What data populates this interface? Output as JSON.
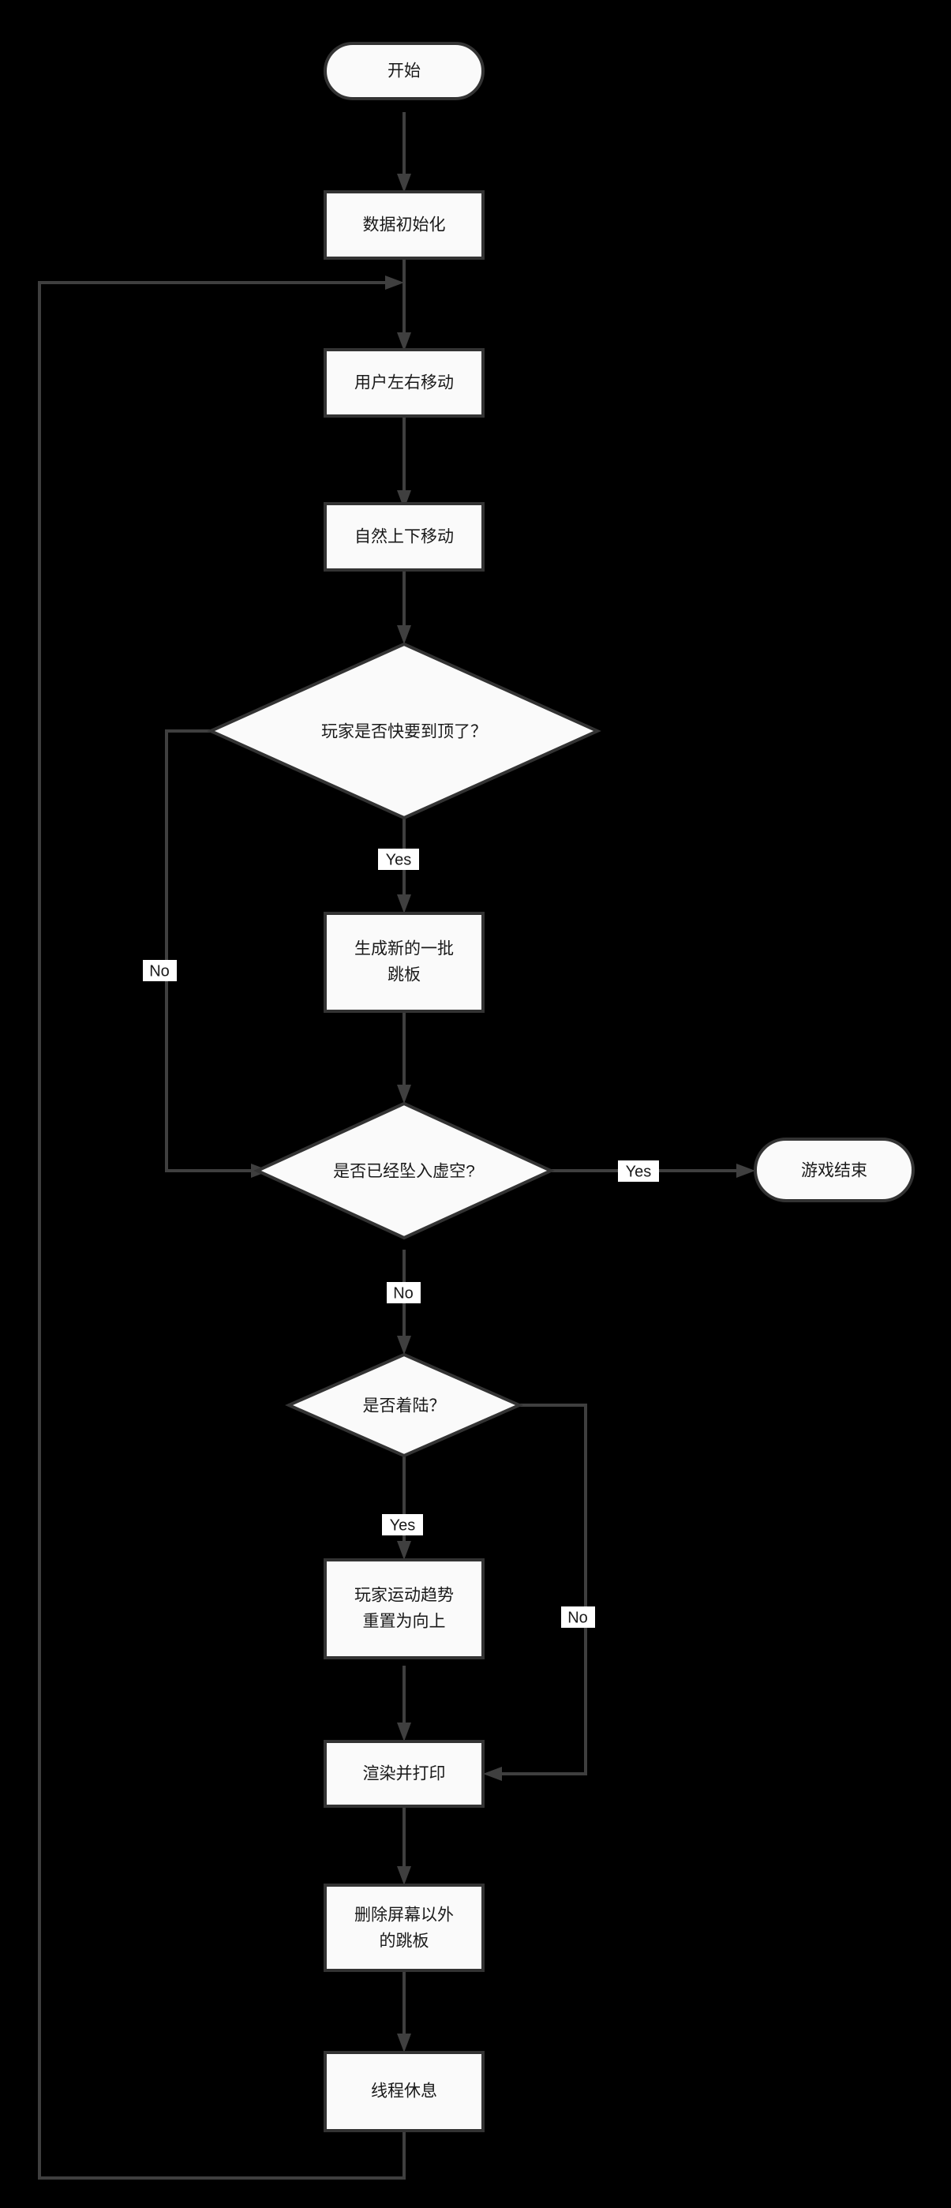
{
  "diagram": {
    "title": "",
    "background_color": "#000000",
    "node_fill": "#fafafa",
    "node_stroke": "#333333",
    "edge_color": "#3f3f3f",
    "text_color": "#1a1a1a",
    "label_background": "#ffffff",
    "nodes": [
      {
        "id": "start",
        "type": "terminal",
        "lines": [
          "开始"
        ]
      },
      {
        "id": "init",
        "type": "process",
        "lines": [
          "数据初始化"
        ]
      },
      {
        "id": "move_lr",
        "type": "process",
        "lines": [
          "用户左右移动"
        ]
      },
      {
        "id": "move_ud",
        "type": "process",
        "lines": [
          "自然上下移动"
        ]
      },
      {
        "id": "near_top",
        "type": "decision",
        "lines": [
          "玩家是否快要到顶了？"
        ]
      },
      {
        "id": "gen_plats",
        "type": "process",
        "lines": [
          "生成新的一批",
          "跳板"
        ]
      },
      {
        "id": "fell_void",
        "type": "decision",
        "lines": [
          "是否已经坠入虚空?"
        ]
      },
      {
        "id": "game_over",
        "type": "terminal",
        "lines": [
          "游戏结束"
        ]
      },
      {
        "id": "landed",
        "type": "decision",
        "lines": [
          "是否着陆？"
        ]
      },
      {
        "id": "reset_up",
        "type": "process",
        "lines": [
          "玩家运动趋势",
          "重置为向上"
        ]
      },
      {
        "id": "render",
        "type": "process",
        "lines": [
          "渲染并打印"
        ]
      },
      {
        "id": "cull",
        "type": "process",
        "lines": [
          "删除屏幕以外",
          "的跳板"
        ]
      },
      {
        "id": "sleep",
        "type": "process",
        "lines": [
          "线程休息"
        ]
      }
    ],
    "edges": [
      {
        "from": "start",
        "to": "init",
        "label": ""
      },
      {
        "from": "init",
        "to": "move_lr",
        "label": ""
      },
      {
        "from": "move_lr",
        "to": "move_ud",
        "label": ""
      },
      {
        "from": "move_ud",
        "to": "near_top",
        "label": ""
      },
      {
        "from": "near_top",
        "to": "gen_plats",
        "label": "Yes"
      },
      {
        "from": "near_top",
        "to": "fell_void",
        "label": "No"
      },
      {
        "from": "gen_plats",
        "to": "fell_void",
        "label": ""
      },
      {
        "from": "fell_void",
        "to": "game_over",
        "label": "Yes"
      },
      {
        "from": "fell_void",
        "to": "landed",
        "label": "No"
      },
      {
        "from": "landed",
        "to": "reset_up",
        "label": "Yes"
      },
      {
        "from": "landed",
        "to": "render",
        "label": "No"
      },
      {
        "from": "reset_up",
        "to": "render",
        "label": ""
      },
      {
        "from": "render",
        "to": "cull",
        "label": ""
      },
      {
        "from": "cull",
        "to": "sleep",
        "label": ""
      },
      {
        "from": "sleep",
        "to": "move_lr",
        "label": ""
      }
    ],
    "edge_labels": {
      "near_top_yes": "Yes",
      "near_top_no": "No",
      "fell_void_yes": "Yes",
      "fell_void_no": "No",
      "landed_yes": "Yes",
      "landed_no": "No"
    },
    "node_text": {
      "start": "开始",
      "init": "数据初始化",
      "move_lr": "用户左右移动",
      "move_ud": "自然上下移动",
      "near_top": "玩家是否快要到顶了？",
      "gen_plats_line1": "生成新的一批",
      "gen_plats_line2": "跳板",
      "fell_void": "是否已经坠入虚空?",
      "game_over": "游戏结束",
      "landed": "是否着陆？",
      "reset_up_line1": "玩家运动趋势",
      "reset_up_line2": "重置为向上",
      "render": "渲染并打印",
      "cull_line1": "删除屏幕以外",
      "cull_line2": "的跳板",
      "sleep": "线程休息"
    }
  }
}
